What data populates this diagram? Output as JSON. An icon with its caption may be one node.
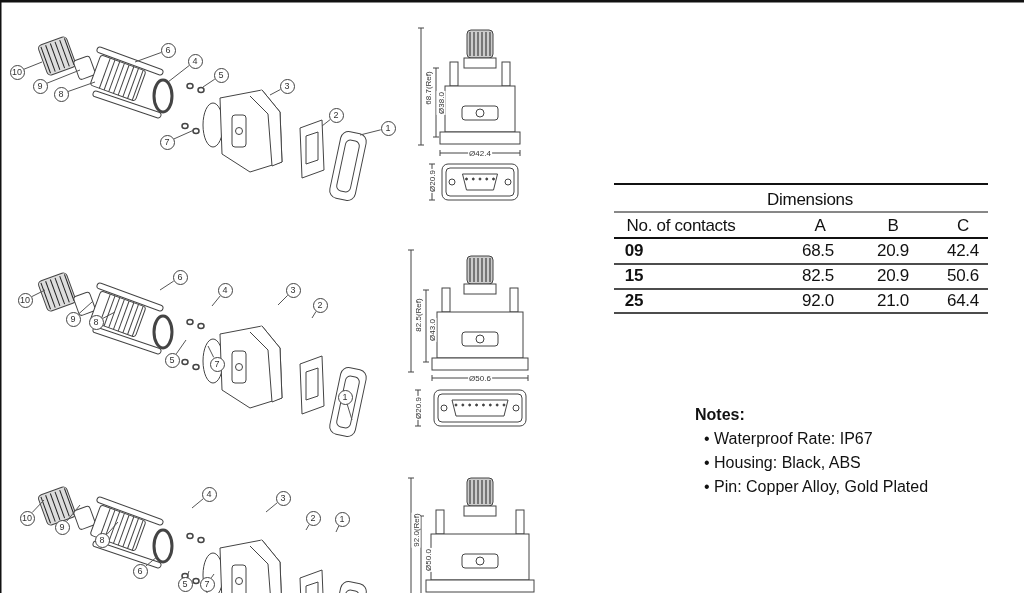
{
  "diagram": {
    "nodes": [
      {
        "text": [
          "10"
        ]
      },
      {
        "text": [
          "9"
        ]
      },
      {
        "text": [
          "8"
        ]
      },
      {
        "text": [
          "6"
        ]
      },
      {
        "text": [
          "4"
        ]
      },
      {
        "text": [
          "5"
        ]
      },
      {
        "text": [
          "3"
        ]
      },
      {
        "text": [
          "2"
        ]
      },
      {
        "text": [
          "1"
        ]
      },
      {
        "text": [
          "7"
        ]
      },
      {
        "text": [
          "10"
        ]
      },
      {
        "text": [
          "9"
        ]
      },
      {
        "text": [
          "8"
        ]
      },
      {
        "text": [
          "6"
        ]
      },
      {
        "text": [
          "4"
        ]
      },
      {
        "text": [
          "5"
        ]
      },
      {
        "text": [
          "3"
        ]
      },
      {
        "text": [
          "2"
        ]
      },
      {
        "text": [
          "1"
        ]
      },
      {
        "text": [
          "7"
        ]
      },
      {
        "text": [
          "10"
        ]
      },
      {
        "text": [
          "9"
        ]
      },
      {
        "text": [
          "8"
        ]
      },
      {
        "text": [
          "4"
        ]
      },
      {
        "text": [
          "3"
        ]
      },
      {
        "text": [
          "2"
        ]
      },
      {
        "text": [
          "1"
        ]
      },
      {
        "text": [
          "6"
        ]
      },
      {
        "text": [
          "5"
        ]
      },
      {
        "text": [
          "7"
        ]
      }
    ],
    "edges": [
      {
        "from": 0,
        "to": null,
        "arrow": "none"
      },
      {
        "from": 1,
        "to": null,
        "arrow": "none"
      },
      {
        "from": 2,
        "to": null,
        "arrow": "none"
      },
      {
        "from": 3,
        "to": null,
        "arrow": "none"
      },
      {
        "from": 4,
        "to": null,
        "arrow": "none"
      },
      {
        "from": 5,
        "to": null,
        "arrow": "none"
      },
      {
        "from": 6,
        "to": null,
        "arrow": "none"
      },
      {
        "from": 7,
        "to": null,
        "arrow": "none"
      },
      {
        "from": 8,
        "to": null,
        "arrow": "none"
      },
      {
        "from": 9,
        "to": null,
        "arrow": "none"
      },
      {
        "from": 10,
        "to": null,
        "arrow": "none"
      },
      {
        "from": 11,
        "to": null,
        "arrow": "none"
      },
      {
        "from": 12,
        "to": null,
        "arrow": "none"
      },
      {
        "from": 13,
        "to": null,
        "arrow": "none"
      },
      {
        "from": 14,
        "to": null,
        "arrow": "none"
      },
      {
        "from": 15,
        "to": null,
        "arrow": "none"
      },
      {
        "from": 16,
        "to": null,
        "arrow": "none"
      },
      {
        "from": 17,
        "to": null,
        "arrow": "none"
      },
      {
        "from": 18,
        "to": null,
        "arrow": "none"
      },
      {
        "from": 19,
        "to": null,
        "arrow": "none"
      },
      {
        "from": 20,
        "to": null,
        "arrow": "none"
      },
      {
        "from": 21,
        "to": null,
        "arrow": "none"
      },
      {
        "from": 22,
        "to": null,
        "arrow": "none"
      },
      {
        "from": 23,
        "to": null,
        "arrow": "none"
      },
      {
        "from": 24,
        "to": null,
        "arrow": "none"
      },
      {
        "from": 25,
        "to": null,
        "arrow": "none"
      },
      {
        "from": 26,
        "to": null,
        "arrow": "none"
      },
      {
        "from": 27,
        "to": null,
        "arrow": "none"
      },
      {
        "from": 28,
        "to": null,
        "arrow": "none"
      },
      {
        "from": 29,
        "to": null,
        "arrow": "none"
      }
    ],
    "labels": [
      "68.7(Ref)",
      "Ø38.0",
      "Ø42.4",
      "Ø20.9",
      "82.5(Ref)",
      "Ø43.0",
      "Ø50.6",
      "Ø20.9",
      "92.0(Ref)",
      "Ø50.0",
      "Dimensions",
      "No. of contacts",
      "A",
      "B",
      "C",
      "09",
      "68.5",
      "20.9",
      "42.4",
      "15",
      "82.5",
      "20.9",
      "50.6",
      "25",
      "92.0",
      "21.0",
      "64.4",
      "Notes:",
      "• Waterproof Rate: IP67",
      "• Housing: Black, ABS",
      "• Pin: Copper Alloy, Gold Plated"
    ]
  }
}
